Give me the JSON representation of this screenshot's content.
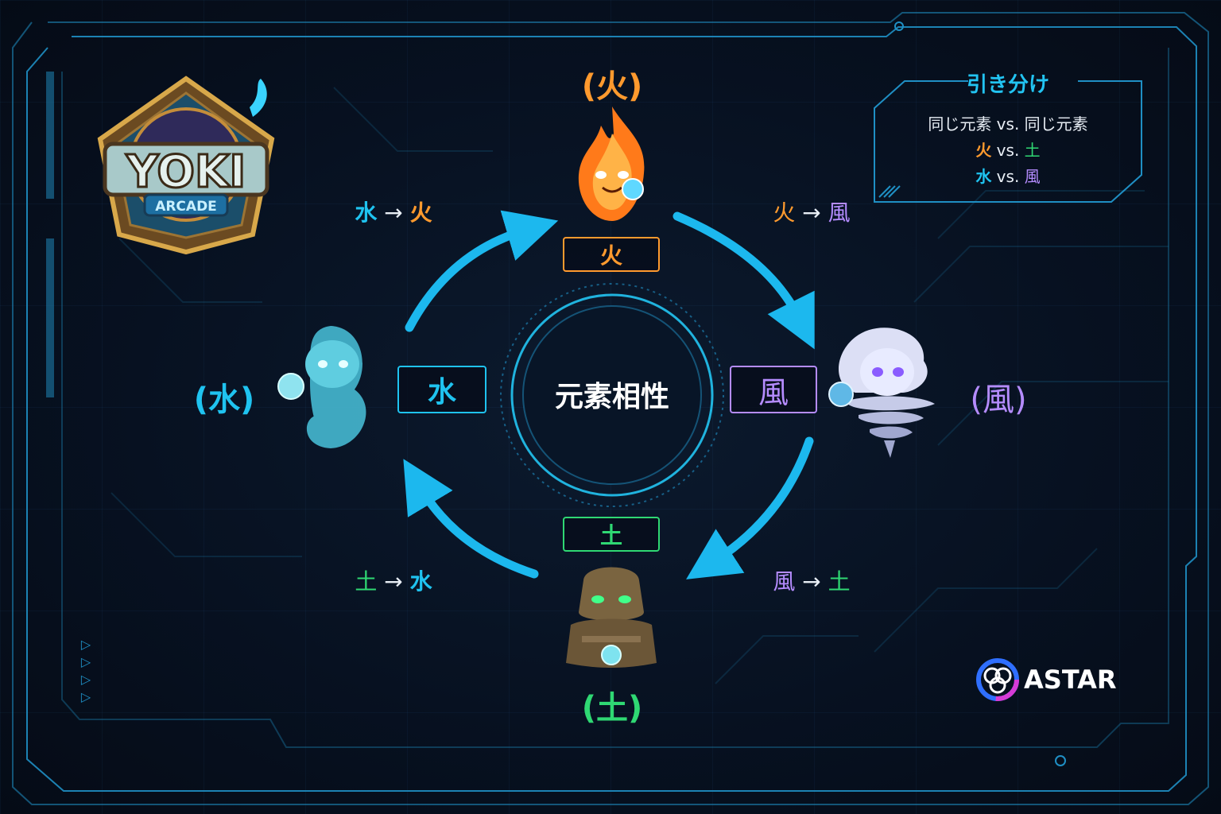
{
  "colors": {
    "fire": "#ff9a2e",
    "water": "#1fc3f0",
    "wind": "#b58cff",
    "earth": "#2fd873",
    "arrow": "#1cb8ee",
    "frame": "#1f8fc4",
    "accent": "#22c4f2"
  },
  "logo": {
    "title": "YOKI",
    "subtitle": "ARCADE"
  },
  "legend": {
    "title": "引き分け",
    "line1": "同じ元素 vs. 同じ元素",
    "line2": {
      "a": "火",
      "vs": " vs. ",
      "b": "土"
    },
    "line3": {
      "a": "水",
      "vs": " vs. ",
      "b": "風"
    }
  },
  "center": {
    "title": "元素相性"
  },
  "elements": {
    "fire": {
      "caption": "(火)",
      "box": "火",
      "icon": "fire-spirit-icon"
    },
    "water": {
      "caption": "(水)",
      "box": "水",
      "icon": "water-spirit-icon"
    },
    "wind": {
      "caption": "(風)",
      "box": "風",
      "icon": "wind-spirit-icon"
    },
    "earth": {
      "caption": "(土)",
      "box": "土",
      "icon": "earth-golem-icon"
    }
  },
  "relations": {
    "water_fire": {
      "a": "水",
      "arrow": " → ",
      "b": "火"
    },
    "fire_wind": {
      "a": "火",
      "arrow": " → ",
      "b": "風"
    },
    "wind_earth": {
      "a": "風",
      "arrow": " → ",
      "b": "土"
    },
    "earth_water": {
      "a": "土",
      "arrow": " → ",
      "b": "水"
    }
  },
  "brand": {
    "name": "ASTAR"
  },
  "side_marks": "▷▷▷▷"
}
